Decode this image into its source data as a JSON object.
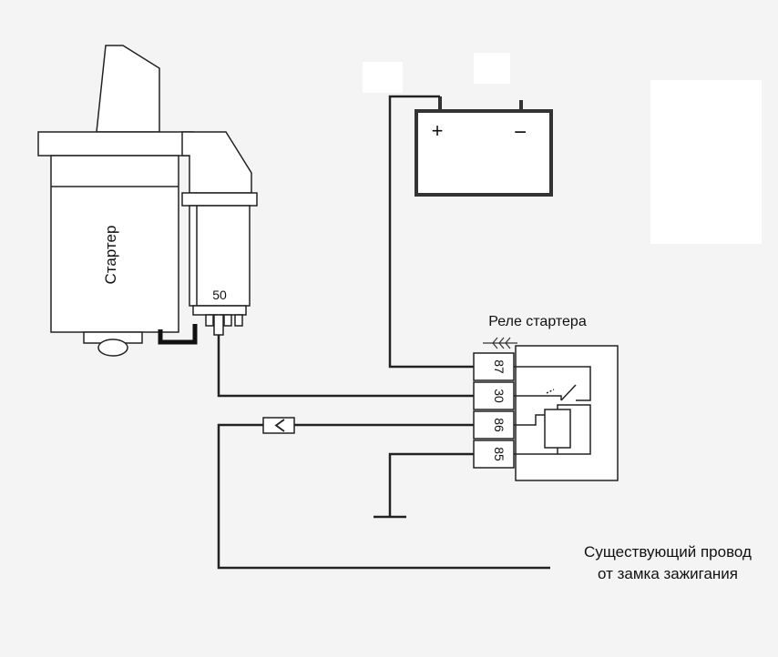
{
  "starter": {
    "label": "Стартер",
    "terminal_label": "50"
  },
  "battery": {
    "plus_symbol": "+",
    "minus_symbol": "−"
  },
  "relay": {
    "title": "Реле стартера",
    "pins": [
      "87",
      "30",
      "86",
      "85"
    ]
  },
  "existing_wire": {
    "line1": "Существующий провод",
    "line2": "от замка зажигания"
  },
  "colors": {
    "background": "#f4f4f4",
    "line": "#222222",
    "fill": "#ffffff"
  }
}
